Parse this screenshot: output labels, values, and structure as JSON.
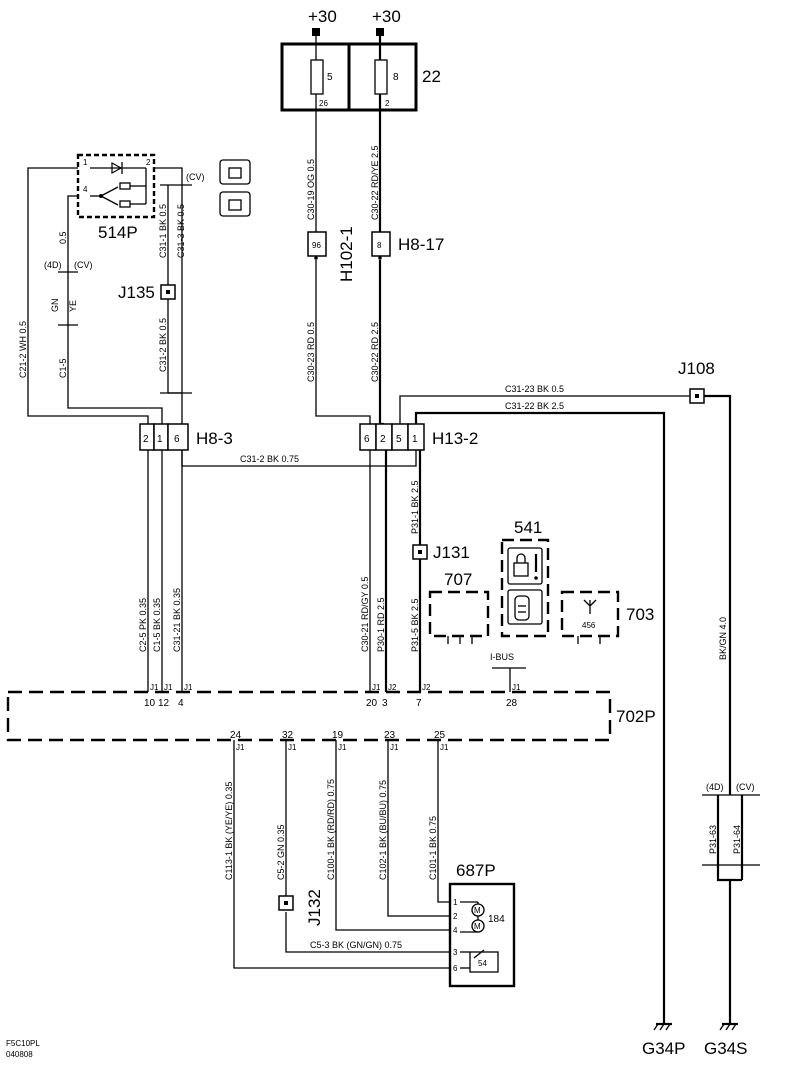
{
  "supply": {
    "left": "+30",
    "right": "+30"
  },
  "fusebox": {
    "id": "22",
    "fuse_left": "5",
    "fuse_left_pin": "26",
    "fuse_right": "8",
    "fuse_right_pin": "2"
  },
  "component_514p": {
    "id": "514P",
    "pin1": "1",
    "pin2": "2",
    "pin4": "4",
    "cv": "(CV)"
  },
  "wires": {
    "c30_19": "C30-19  OG  0.5",
    "c30_22": "C30-22  RD/YE  2.5",
    "c30_23": "C30-23  RD  0.5",
    "c30_22b": "C30-22  RD  2.5",
    "c31_1": "C31-1  BK  0.5",
    "c31_3": "C31-3  BK  0.5",
    "c31_2a": "C31-2  BK  0.5",
    "c21_2": "C21-2  WH  0.5",
    "c1_5": "C1-5",
    "gn": "GN",
    "ye": "YE",
    "size05": "0.5",
    "c31_23": "C31-23  BK  0.5",
    "c31_22": "C31-22  BK  2.5",
    "c31_2b": "C31-2  BK 0.75",
    "p31_1": "P31-1  BK  2.5",
    "c2_5": "C2-5  PK  0.35",
    "c1_5b": "C1-5  BK  0.35",
    "c31_21": "C31-21  BK  0.35",
    "c30_21": "C30-21  RD/GY  0.5",
    "p30_1": "P30-1  RD  2.5",
    "p31_5": "P31-5  BK  2.5",
    "bkgn": "BK/GN  4.0",
    "c113_1": "C113-1  BK (YE/YE)  0.35",
    "c5_2": "C5-2  GN  0.35",
    "c100_1": "C100-1  BK  (RD/RD)  0.75",
    "c102_1": "C102-1  BK  (BU/BU)  0.75",
    "c101_1": "C101-1  BK  0.75",
    "c5_3": "C5-3    BK  (GN/GN)    0.75",
    "p31_63": "P31-63",
    "p31_64": "P31-64"
  },
  "labels": {
    "fourd_cv_left": "(4D)",
    "cv_left": "(CV)",
    "fourd_right": "(4D)",
    "cv_right": "(CV)",
    "ibus": "I-BUS"
  },
  "splices": {
    "h102_1": "H102-1",
    "h8_17": "H8-17",
    "h102_pin": "96",
    "h8_pin": "8"
  },
  "junctions": {
    "j135": "J135",
    "j108": "J108",
    "j131": "J131",
    "j132": "J132"
  },
  "connectors": {
    "h8_3": {
      "id": "H8-3",
      "pins": [
        "2",
        "1",
        "6"
      ]
    },
    "h13_2": {
      "id": "H13-2",
      "pins": [
        "6",
        "2",
        "5",
        "1"
      ]
    }
  },
  "modules": {
    "m541": "541",
    "m707": "707",
    "m703": "703",
    "m703_sub": "456"
  },
  "ecu": {
    "id": "702P",
    "top_pins": [
      {
        "c": "J1",
        "n": "10"
      },
      {
        "c": "J1",
        "n": "12"
      },
      {
        "c": "J1",
        "n": "4"
      },
      {
        "c": "J1",
        "n": "20"
      },
      {
        "c": "J2",
        "n": "3"
      },
      {
        "c": "J2",
        "n": "7"
      },
      {
        "c": "J1",
        "n": "28"
      }
    ],
    "bottom_pins": [
      {
        "c": "J1",
        "n": "24"
      },
      {
        "c": "J1",
        "n": "32"
      },
      {
        "c": "J1",
        "n": "19"
      },
      {
        "c": "J1",
        "n": "23"
      },
      {
        "c": "J1",
        "n": "25"
      }
    ]
  },
  "component_687p": {
    "id": "687P",
    "pins": [
      "1",
      "2",
      "4",
      "3",
      "6"
    ],
    "motor": "184",
    "switch": "54",
    "motor_sym": "M"
  },
  "grounds": {
    "g34p": "G34P",
    "g34s": "G34S"
  },
  "footer": {
    "code1": "F5C10PL",
    "code2": "040808"
  }
}
